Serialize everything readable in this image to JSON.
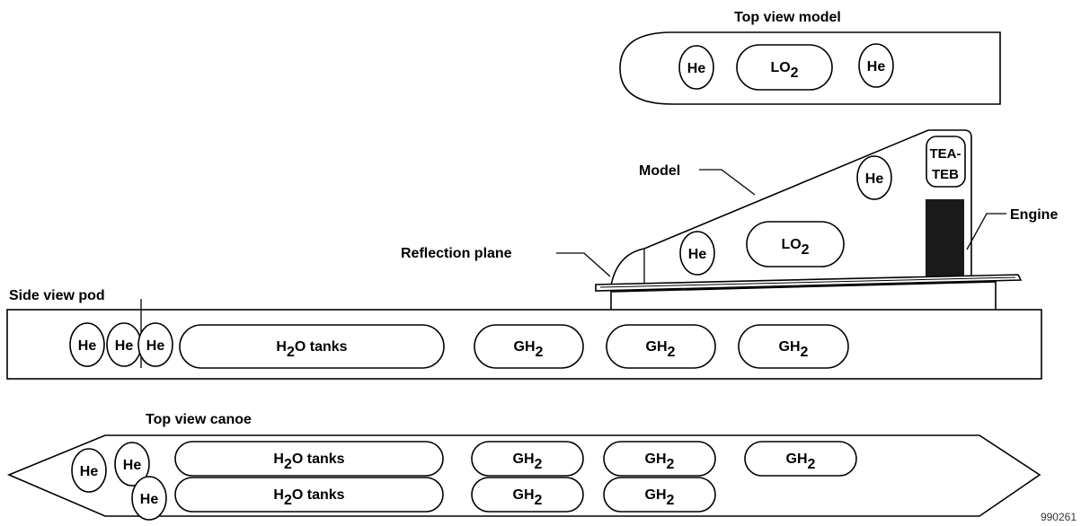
{
  "top_view_model": {
    "title": "Top view model",
    "tanks": {
      "he_left": "He",
      "lo2_base": "LO",
      "lo2_sub": "2",
      "he_right": "He"
    }
  },
  "side_view_model": {
    "model_label": "Model",
    "reflection_plane_label": "Reflection plane",
    "engine_label": "Engine",
    "tea_teb_line1": "TEA-",
    "tea_teb_line2": "TEB",
    "he_upper": "He",
    "he_lower": "He",
    "lo2_base": "LO",
    "lo2_sub": "2"
  },
  "side_view_pod": {
    "title": "Side view pod",
    "he": [
      "He",
      "He",
      "He"
    ],
    "h2o_pre": "H",
    "h2o_sub": "2",
    "h2o_post": "O tanks",
    "gh2_base": "GH",
    "gh2_sub": "2"
  },
  "top_view_canoe": {
    "title": "Top view canoe",
    "he": [
      "He",
      "He",
      "He"
    ],
    "h2o_pre": "H",
    "h2o_sub": "2",
    "h2o_post": "O tanks",
    "gh2_base": "GH",
    "gh2_sub": "2"
  },
  "figure_number": "990261"
}
